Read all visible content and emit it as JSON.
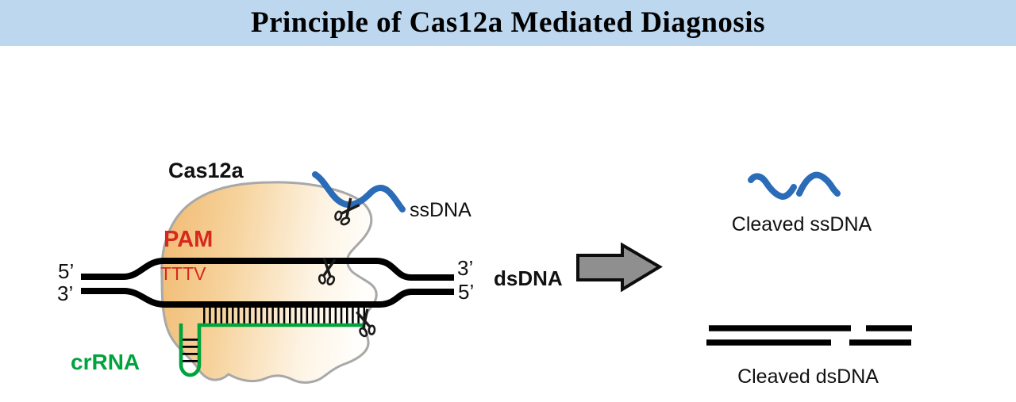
{
  "header": {
    "title": "Principle of Cas12a Mediated Diagnosis"
  },
  "colors": {
    "title-bar-bg": "#bdd7ee",
    "ink": "#111111",
    "pam-red": "#d7281e",
    "crrna-green": "#00a33c",
    "ssdna-blue": "#2b6cb8",
    "arrow-gray": "#8f8f8f",
    "protein-outline": "#a8a8a8",
    "protein-orange": "#f1bb74"
  },
  "diagram": {
    "cas12a_label": "Cas12a",
    "pam_label": "PAM",
    "pam_sequence": "TTTV",
    "crrna_label": "crRNA",
    "ssdna_label": "ssDNA",
    "dsdna_label": "dsDNA",
    "dna_end_left_top": "5’",
    "dna_end_left_bottom": "3’",
    "dna_end_right_top": "3’",
    "dna_end_right_bottom": "5’"
  },
  "products": {
    "cleaved_ssdna_label": "Cleaved ssDNA",
    "cleaved_dsdna_label": "Cleaved dsDNA"
  }
}
